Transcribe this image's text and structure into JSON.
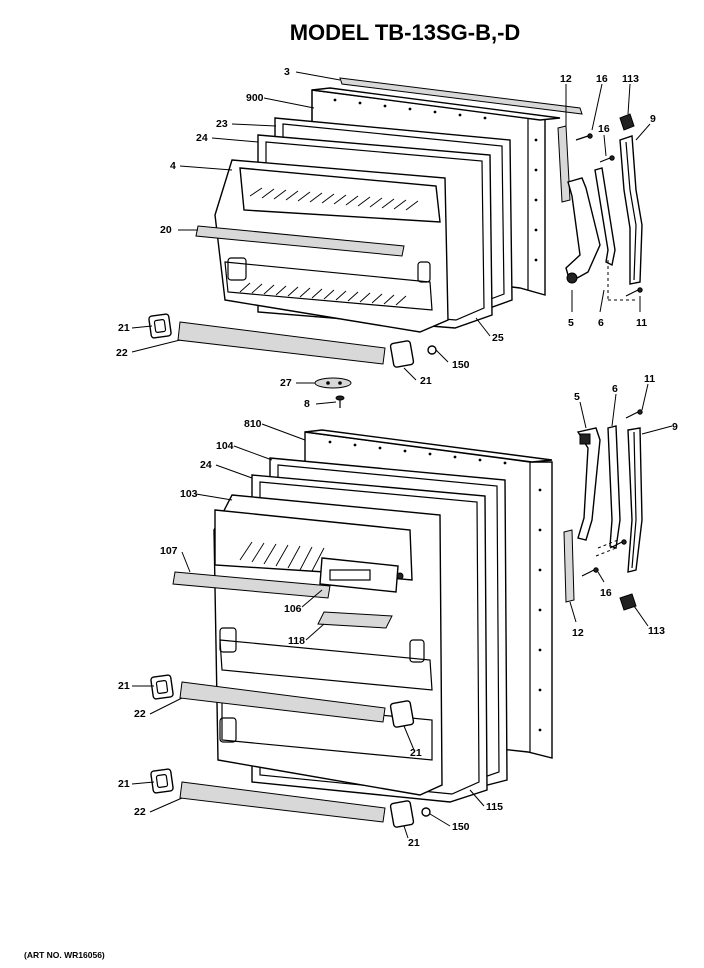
{
  "title": "MODEL TB-13SG-B,-D",
  "art_number": "(ART NO. WR16056)",
  "callouts": {
    "c3": "3",
    "c900": "900",
    "c23": "23",
    "c24a": "24",
    "c4": "4",
    "c20": "20",
    "c21a": "21",
    "c22a": "22",
    "c25": "25",
    "c150a": "150",
    "c21b": "21",
    "c27": "27",
    "c8": "8",
    "c12a": "12",
    "c16a": "16",
    "c113a": "113",
    "c16b": "16",
    "c9a": "9",
    "c5a": "5",
    "c6a": "6",
    "c11a": "11",
    "c810": "810",
    "c104": "104",
    "c24b": "24",
    "c103": "103",
    "c107": "107",
    "c106": "106",
    "c118": "118",
    "c21c": "21",
    "c22b": "22",
    "c21d": "21",
    "c21e": "21",
    "c22c": "22",
    "c21f": "21",
    "c115": "115",
    "c150b": "150",
    "c5b": "5",
    "c6b": "6",
    "c11b": "11",
    "c9b": "9",
    "c16c": "16",
    "c12b": "12",
    "c113b": "113"
  }
}
